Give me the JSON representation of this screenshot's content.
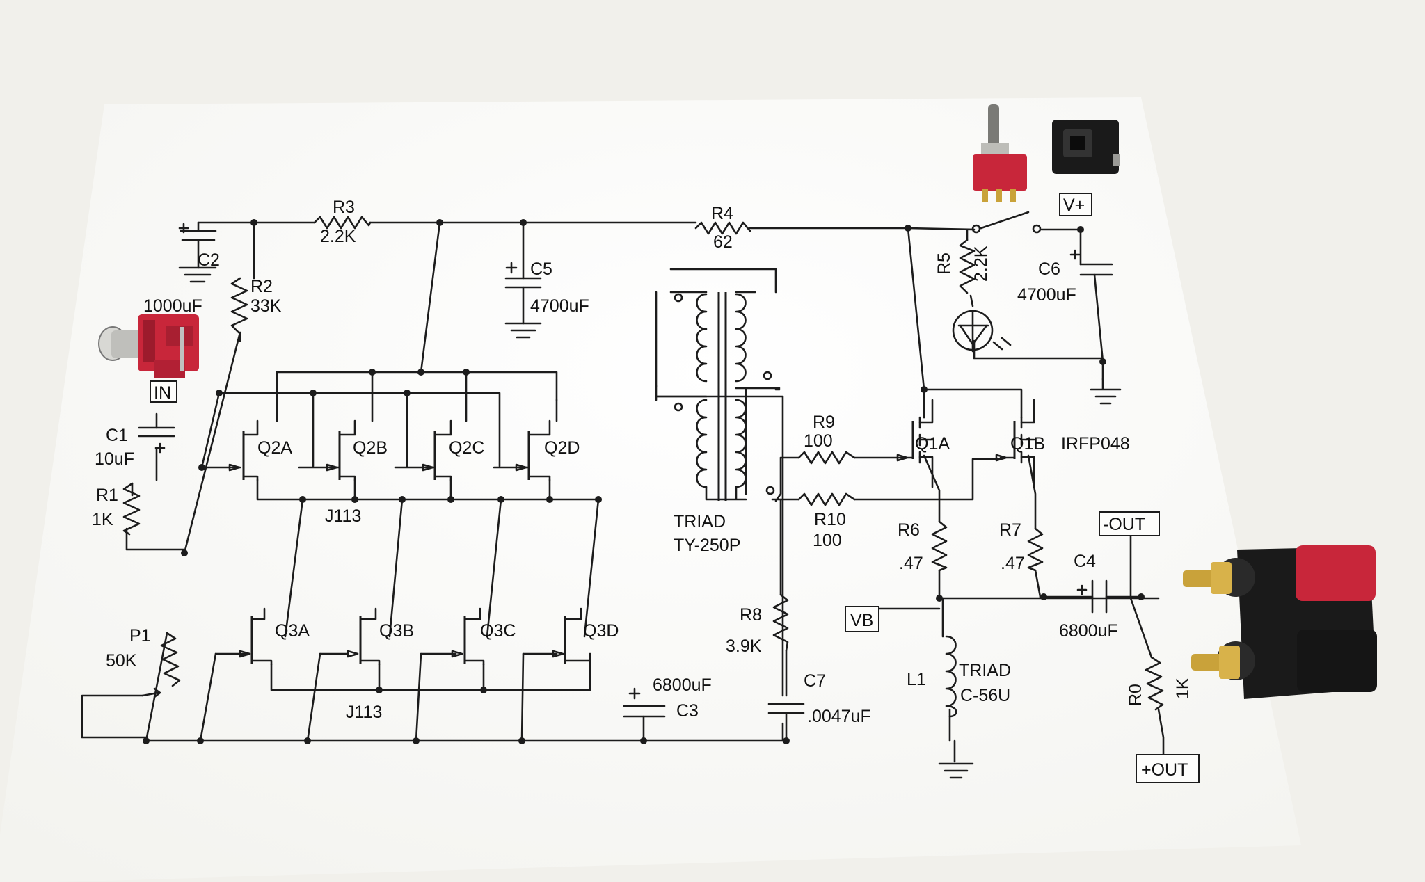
{
  "labels": {
    "r3": "R3",
    "r3v": "2.2K",
    "r4": "R4",
    "r4v": "62",
    "c2": "C2",
    "c2v": "1000uF",
    "r2": "R2",
    "r2v": "33K",
    "c5": "C5",
    "c5v": "4700uF",
    "r5": "R5",
    "r5v": "2.2K",
    "c6": "C6",
    "c6v": "4700uF",
    "vplus": "V+",
    "in": "IN",
    "c1": "C1",
    "c1v": "10uF",
    "r1": "R1",
    "r1v": "1K",
    "p1": "P1",
    "p1v": "50K",
    "q2a": "Q2A",
    "q2b": "Q2B",
    "q2c": "Q2C",
    "q2d": "Q2D",
    "j113a": "J113",
    "q3a": "Q3A",
    "q3b": "Q3B",
    "q3c": "Q3C",
    "q3d": "Q3D",
    "j113b": "J113",
    "triad1": "TRIAD",
    "ty250p": "TY-250P",
    "c3": "C3",
    "c3v": "6800uF",
    "r9": "R9",
    "r9v": "100",
    "r10": "R10",
    "r10v": "100",
    "r8": "R8",
    "r8v": "3.9K",
    "c7": "C7",
    "c7v": ".0047uF",
    "q1a": "Q1A",
    "q1b": "Q1B",
    "irfp": "IRFP048",
    "r6": "R6",
    "r6v": ".47",
    "r7": "R7",
    "r7v": ".47",
    "c4": "C4",
    "c4v": "6800uF",
    "minusout": "-OUT",
    "plusout": "+OUT",
    "vb": "VB",
    "l1": "L1",
    "triad2": "TRIAD",
    "c56u": "C-56U",
    "r0": "R0",
    "r0v": "1K"
  },
  "colors": {
    "paper": "#fcfcfa",
    "background": "#f1f0eb",
    "ink": "#1c1c1c",
    "connector_red": "#c8263a",
    "post_black": "#1a1a1a",
    "gold": "#c9a23a"
  },
  "icons": [
    "rca-jack-icon",
    "toggle-switch-icon",
    "dc-jack-icon",
    "binding-post-icon"
  ]
}
